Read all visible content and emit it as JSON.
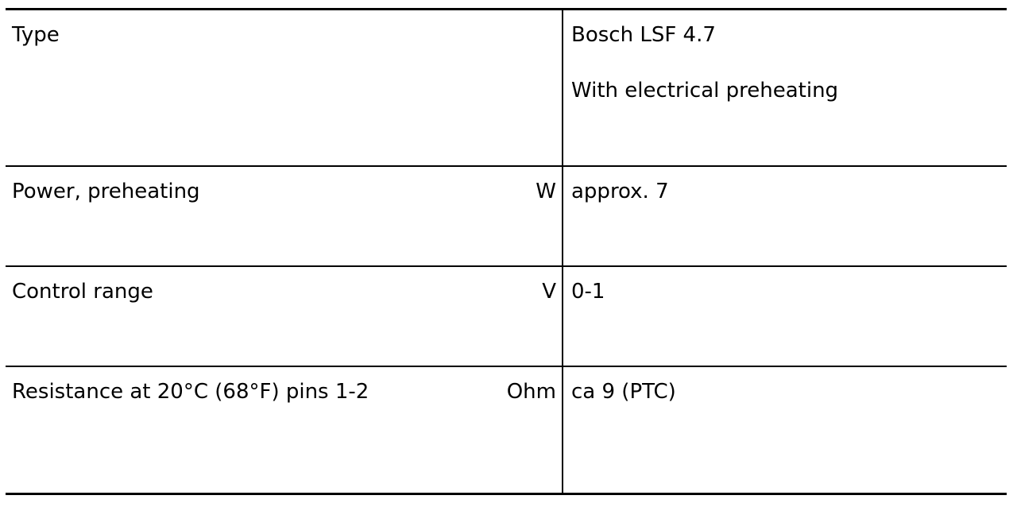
{
  "table": {
    "rows": [
      {
        "parameter": "Type",
        "unit": "",
        "values": [
          "Bosch LSF 4.7",
          "With electrical preheating"
        ]
      },
      {
        "parameter": "Power, preheating",
        "unit": "W",
        "values": [
          "approx. 7"
        ]
      },
      {
        "parameter": "Control range",
        "unit": "V",
        "values": [
          "0-1"
        ]
      },
      {
        "parameter": "Resistance at 20°C (68°F) pins 1-2",
        "unit": "Ohm",
        "values": [
          "ca 9 (PTC)"
        ]
      }
    ]
  }
}
